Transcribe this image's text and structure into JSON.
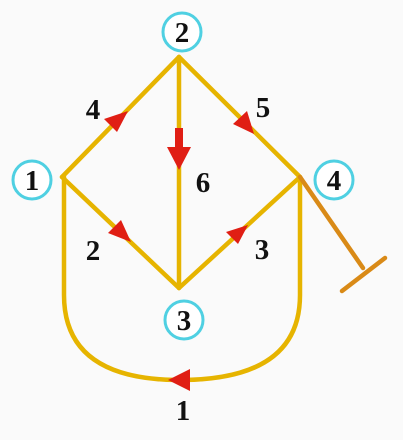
{
  "nodes": [
    {
      "id": "n1",
      "label": "1"
    },
    {
      "id": "n2",
      "label": "2"
    },
    {
      "id": "n3",
      "label": "3"
    },
    {
      "id": "n4",
      "label": "4"
    }
  ],
  "edges": [
    {
      "id": "e12",
      "from": "1",
      "to": "2",
      "weight": "4"
    },
    {
      "id": "e24",
      "from": "2",
      "to": "4",
      "weight": "5"
    },
    {
      "id": "e23",
      "from": "2",
      "to": "3",
      "weight": "6"
    },
    {
      "id": "e13",
      "from": "1",
      "to": "3",
      "weight": "2"
    },
    {
      "id": "e34",
      "from": "3",
      "to": "4",
      "weight": "3"
    },
    {
      "id": "e41",
      "from": "4",
      "to": "1",
      "weight": "1"
    }
  ],
  "colors": {
    "edge": "#e6b400",
    "arrow": "#e01e14",
    "node_ring": "#4fd0e2",
    "ground": "#d98a17"
  },
  "ground_symbol": {
    "attached_to": "4"
  }
}
